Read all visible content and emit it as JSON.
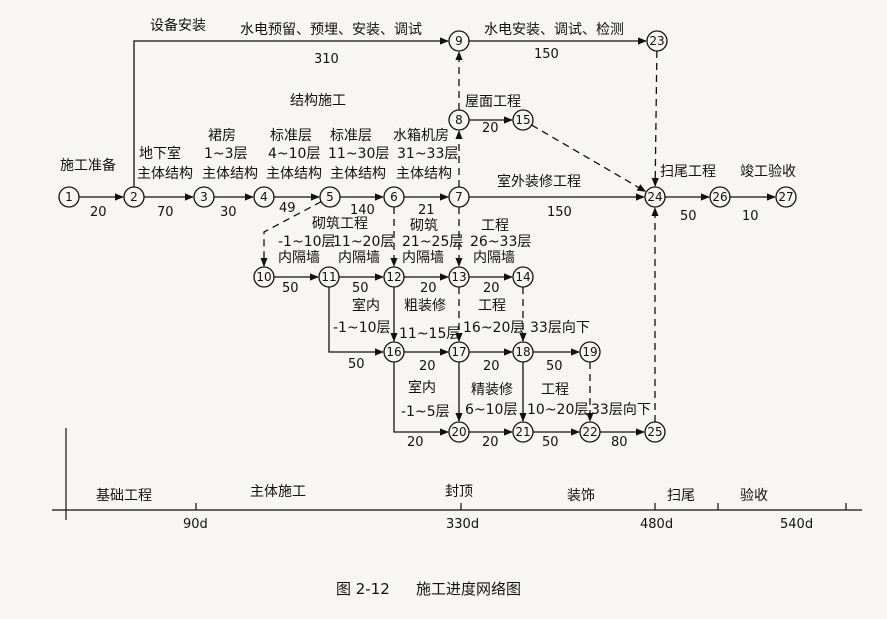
{
  "nodes": [
    {
      "id": "1",
      "label": "1"
    },
    {
      "id": "2",
      "label": "2"
    },
    {
      "id": "3",
      "label": "3"
    },
    {
      "id": "4",
      "label": "4"
    },
    {
      "id": "5",
      "label": "5"
    },
    {
      "id": "6",
      "label": "6"
    },
    {
      "id": "7",
      "label": "7"
    },
    {
      "id": "8",
      "label": "8"
    },
    {
      "id": "9",
      "label": "9"
    },
    {
      "id": "10",
      "label": "10"
    },
    {
      "id": "11",
      "label": "11"
    },
    {
      "id": "12",
      "label": "12"
    },
    {
      "id": "13",
      "label": "13"
    },
    {
      "id": "14",
      "label": "14"
    },
    {
      "id": "15",
      "label": "15"
    },
    {
      "id": "16",
      "label": "16"
    },
    {
      "id": "17",
      "label": "17"
    },
    {
      "id": "18",
      "label": "18"
    },
    {
      "id": "19",
      "label": "19"
    },
    {
      "id": "20",
      "label": "20"
    },
    {
      "id": "21",
      "label": "21"
    },
    {
      "id": "22",
      "label": "22"
    },
    {
      "id": "23",
      "label": "23"
    },
    {
      "id": "24",
      "label": "24"
    },
    {
      "id": "25",
      "label": "25"
    },
    {
      "id": "26",
      "label": "26"
    },
    {
      "id": "27",
      "label": "27"
    }
  ],
  "activities": [
    {
      "from": "1",
      "to": "2",
      "name": "施工准备",
      "duration": "20"
    },
    {
      "from": "2",
      "to": "9",
      "name": "设备安装",
      "duration": ""
    },
    {
      "from": "2",
      "to": "3",
      "name": "地下室主体结构",
      "duration": "70"
    },
    {
      "from": "3",
      "to": "4",
      "name": "裙房1~3层主体结构",
      "duration": "30"
    },
    {
      "from": "4",
      "to": "5",
      "name": "标准层4~10层主体结构",
      "duration": "49"
    },
    {
      "from": "5",
      "to": "6",
      "name": "标准层11~30层主体结构",
      "duration": "140"
    },
    {
      "from": "6",
      "to": "7",
      "name": "水箱机房31~33层主体结构",
      "duration": "21"
    },
    {
      "from": "9",
      "to": "23",
      "name": "水电安装、调试、检测",
      "duration": "150"
    },
    {
      "from": "8",
      "to": "15",
      "name": "屋面工程",
      "duration": "20"
    },
    {
      "from": "7",
      "to": "24",
      "name": "室外装修工程",
      "duration": "150"
    },
    {
      "from": "24",
      "to": "26",
      "name": "扫尾工程",
      "duration": "50"
    },
    {
      "from": "26",
      "to": "27",
      "name": "竣工验收",
      "duration": "10"
    },
    {
      "from": "10",
      "to": "11",
      "name": "",
      "duration": "50"
    },
    {
      "from": "11",
      "to": "12",
      "name": "",
      "duration": "50"
    },
    {
      "from": "12",
      "to": "13",
      "name": "",
      "duration": "20"
    },
    {
      "from": "13",
      "to": "14",
      "name": "",
      "duration": "20"
    },
    {
      "from": "11",
      "to": "16",
      "name": "",
      "duration": "50"
    },
    {
      "from": "16",
      "to": "17",
      "name": "",
      "duration": "20"
    },
    {
      "from": "17",
      "to": "18",
      "name": "",
      "duration": "20"
    },
    {
      "from": "18",
      "to": "19",
      "name": "",
      "duration": "50"
    },
    {
      "from": "16",
      "to": "20",
      "name": "",
      "duration": "20"
    },
    {
      "from": "20",
      "to": "21",
      "name": "",
      "duration": "20"
    },
    {
      "from": "21",
      "to": "22",
      "name": "",
      "duration": "50"
    },
    {
      "from": "22",
      "to": "25",
      "name": "",
      "duration": "80"
    }
  ],
  "labels": {
    "top_long": "水电预留、预埋、安装、调试",
    "top_long_dur": "310",
    "struct_title": "结构施工",
    "l2a": "地下室",
    "l2b": "主体结构",
    "l3a": "裙房",
    "l3b": "1~3层",
    "l3c": "主体结构",
    "l4a": "标准层",
    "l4b": "4~10层",
    "l4c": "主体结构",
    "l5a": "标准层",
    "l5b": "11~30层",
    "l5c": "主体结构",
    "l6a": "水箱机房",
    "l6b": "31~33层",
    "l6c": "主体结构",
    "masonry_a": "砌筑工程",
    "masonry_b": "-1~10层",
    "masonry_c": "11~20层",
    "masonry_d": "内隔墙",
    "masonry_e": "内隔墙",
    "masonry2_a": "砌筑",
    "masonry2_b": "21~25层",
    "masonry2_c": "内隔墙",
    "masonry3_a": "工程",
    "masonry3_b": "26~33层",
    "masonry3_c": "内隔墙",
    "rough_a": "室内",
    "rough_b": "-1~10层",
    "rough_c": "粗装修",
    "rough_d": "11~15层",
    "rough_e": "工程",
    "rough_f": "16~20层",
    "rough_g": "33层向下",
    "fine_a": "室内",
    "fine_b": "-1~5层",
    "fine_c": "精装修",
    "fine_d": "6~10层",
    "fine_e": "工程",
    "fine_f": "10~20层",
    "fine_g": "33层向下"
  },
  "timeline": {
    "phases": [
      "基础工程",
      "主体施工",
      "封顶",
      "装饰",
      "扫尾",
      "验收"
    ],
    "ticks": [
      "90d",
      "330d",
      "480d",
      "540d"
    ]
  },
  "caption": {
    "figure_no": "图 2-12",
    "title": "施工进度网络图"
  }
}
